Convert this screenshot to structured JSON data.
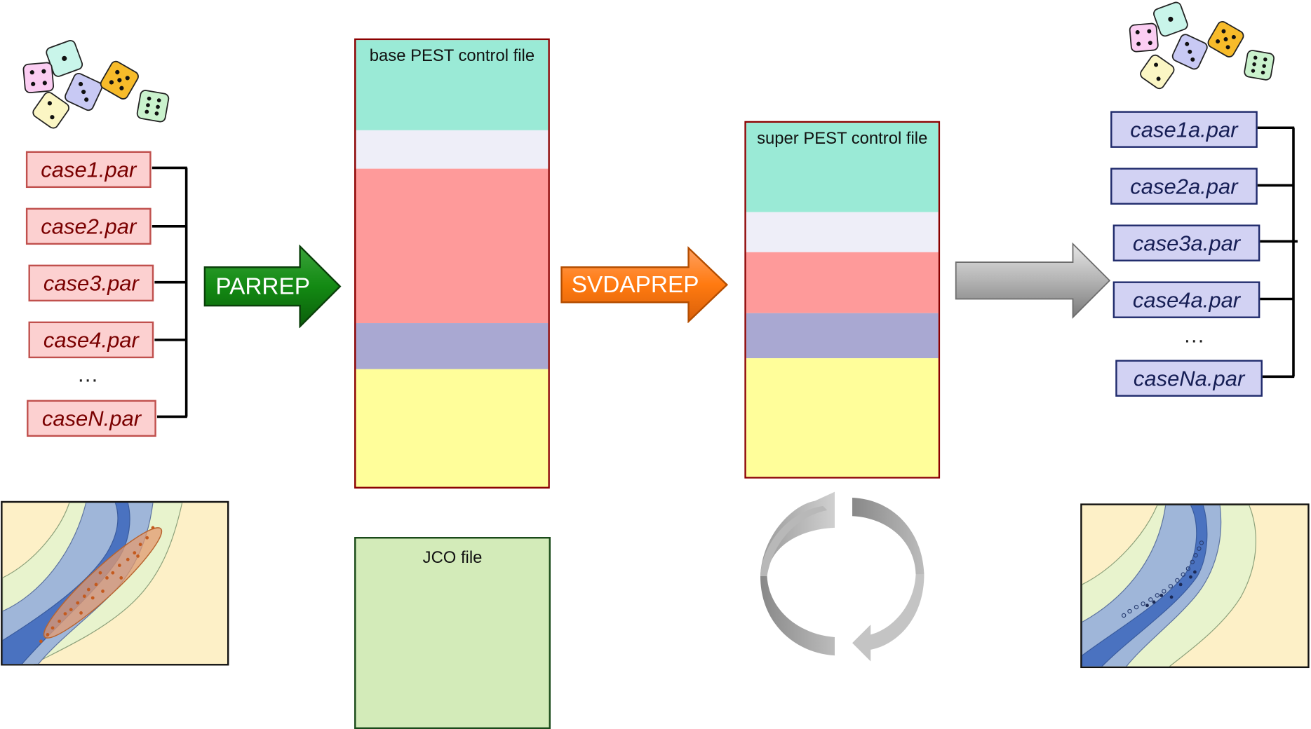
{
  "left_cases": [
    "case1.par",
    "case2.par",
    "case3.par",
    "case4.par",
    "caseN.par"
  ],
  "left_ellipsis": "…",
  "right_cases": [
    "case1a.par",
    "case2a.par",
    "case3a.par",
    "case4a.par",
    "caseNa.par"
  ],
  "right_ellipsis": "…",
  "arrows": {
    "parrep": "PARREP",
    "svdaprep": "SVDAPREP"
  },
  "base_pest": {
    "title": "base PEST control file",
    "colors": [
      "#9aead6",
      "#eeeef8",
      "#fe9a9a",
      "#a9a8d2",
      "#fffe9a"
    ]
  },
  "super_pest": {
    "title": "super PEST control file",
    "colors": [
      "#9aead6",
      "#eeeef8",
      "#fe9a9a",
      "#a9a8d2",
      "#fffe9a"
    ]
  },
  "jco": {
    "title": "JCO file"
  },
  "icons": [
    "dice-icon",
    "cycle-arrows-icon",
    "river-map-icon"
  ],
  "colors": {
    "parrep_arrow": "#1f8a1f",
    "svdaprep_arrow": "#ff7a1c",
    "gray_arrow": "#a8a8a8"
  }
}
